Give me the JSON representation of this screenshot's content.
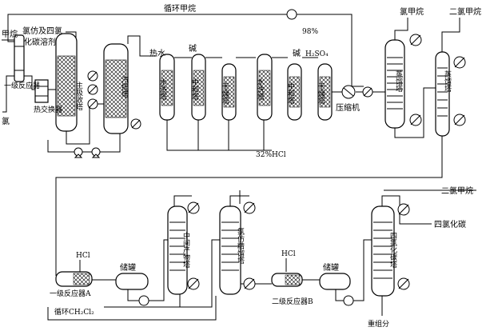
{
  "labels": {
    "recycle_methane": "循环甲烷",
    "methane": "甲烷",
    "chloroform_ccl4_solvent_1": "氯仿及四氯",
    "chloroform_ccl4_solvent_2": "化碳溶剂",
    "primary_reactor": "一级反应器",
    "chlorine": "氯",
    "heat_exchanger": "热交换器",
    "main_absorber": "主吸收塔",
    "stripper": "汽提塔",
    "hot_water": "热水",
    "water_wash_1": "水洗塔",
    "alkali_1": "碱",
    "neutralizer_1": "中和塔",
    "dryer_1": "干燥塔",
    "water_wash_2": "水洗塔",
    "alkali_2": "碱",
    "neutralizer_2": "中和塔",
    "h2so4_pct": "98%",
    "h2so4": "H₂SO₄",
    "dryer_2": "干燥塔",
    "compressor": "压缩机",
    "methyl_chloride": "氯甲烷",
    "methylene_chloride_top": "二氯甲烷",
    "distill_1": "蒸馏塔",
    "distill_2": "蒸馏塔",
    "hcl_32": "32%HCl",
    "methylene_chloride_side": "二氯甲烷",
    "hcl_1": "HCl",
    "storage_1": "储罐",
    "primary_reactor_a": "一级反应器A",
    "recycle_ch2cl2": "循环CH₂Cl₂",
    "intermediate_col": "中间产物塔",
    "chloroform_col": "氯仿精馏塔",
    "hcl_2": "HCl",
    "storage_2": "储罐",
    "secondary_reactor_b": "二级反应器B",
    "ccl4": "四氯化碳",
    "ccl4_col": "四氯化碳塔",
    "heavies": "重组分"
  }
}
